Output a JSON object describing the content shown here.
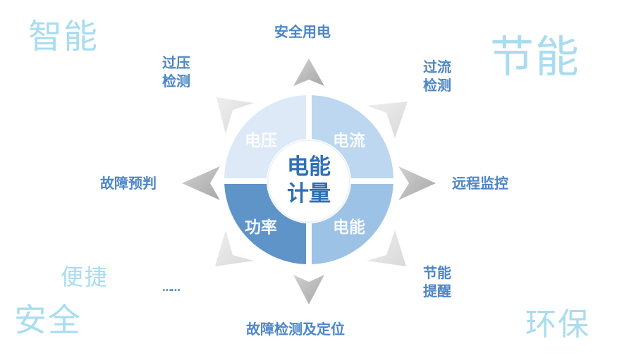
{
  "keywords": {
    "top_left": "智能",
    "top_right": "节能",
    "bottom_left_small": "便捷",
    "bottom_left": "安全",
    "bottom_right": "环保"
  },
  "center": {
    "line1": "电能",
    "line2": "计量"
  },
  "quadrants": {
    "top_left": "电压",
    "top_right": "电流",
    "bottom_left": "功率",
    "bottom_right": "电能"
  },
  "labels": {
    "top": "安全用电",
    "top_left_1": "过压",
    "top_left_2": "检测",
    "top_right_1": "过流",
    "top_right_2": "检测",
    "left": "故障预判",
    "right": "远程监控",
    "bottom_right_1": "节能",
    "bottom_right_2": "提醒",
    "bottom": "故障检测及定位",
    "ellipsis": "……"
  },
  "colors": {
    "label_blue": "#4d86c6",
    "keyword_light_blue": "#a9dcf0",
    "quad_top_left": "#dde9f6",
    "quad_top_right": "#bcd7ef",
    "quad_bottom_left": "#5f94c9",
    "quad_bottom_right": "#9cc2e6",
    "arrow_gray": "#bdbdbd",
    "center_text": "#2f6fb3"
  }
}
